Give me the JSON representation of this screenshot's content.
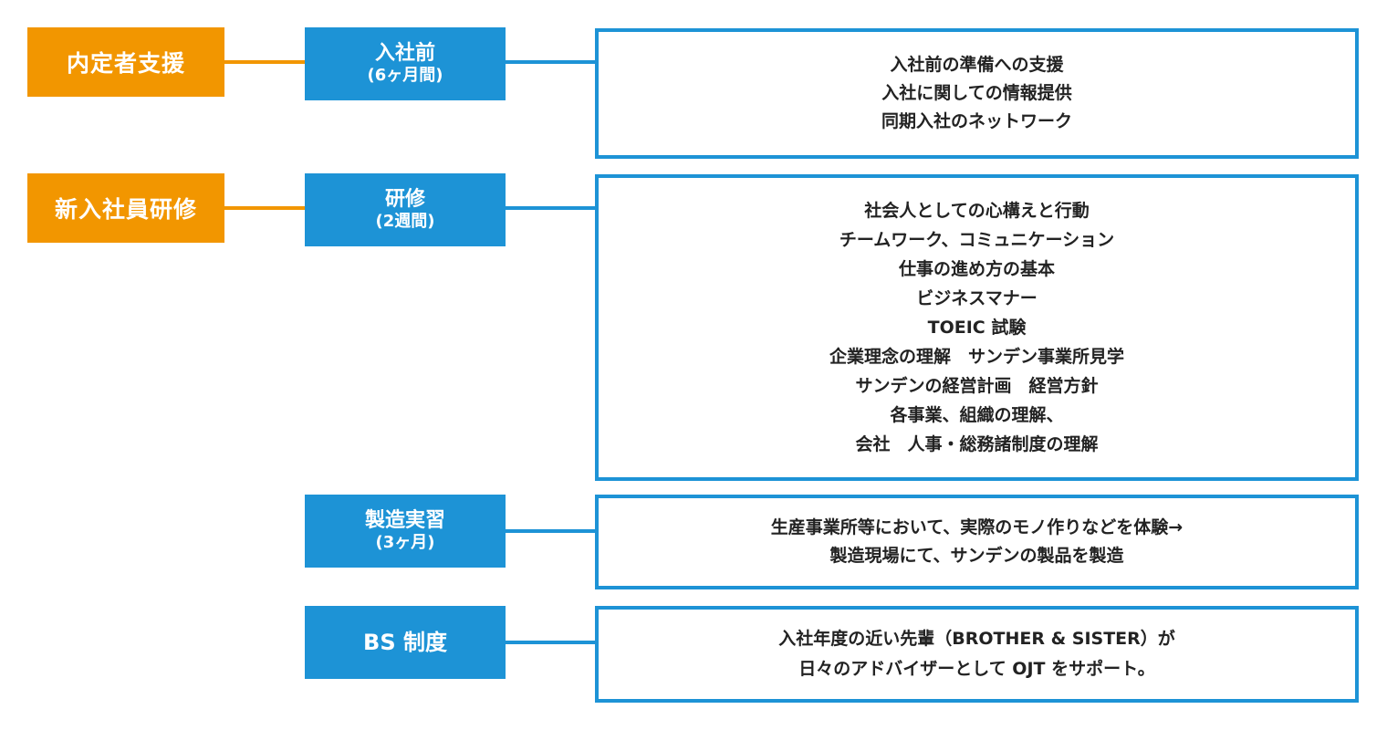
{
  "categories": [
    {
      "label": "内定者支援"
    },
    {
      "label": "新入社員研修"
    }
  ],
  "phases": [
    {
      "title": "入社前",
      "sub": "(6ヶ月間)"
    },
    {
      "title": "研修",
      "sub": "(2週間)"
    },
    {
      "title": "製造実習",
      "sub": "(3ヶ月)"
    },
    {
      "title": "BS 制度",
      "sub": ""
    }
  ],
  "details": [
    {
      "lines": [
        "入社前の準備への支援",
        "入社に関しての情報提供",
        "同期入社のネットワーク"
      ]
    },
    {
      "lines": [
        "社会人としての心構えと行動",
        "チームワーク、コミュニケーション",
        "仕事の進め方の基本",
        "ビジネスマナー",
        "TOEIC 試験",
        "企業理念の理解　サンデン事業所見学",
        "サンデンの経営計画　経営方針",
        "各事業、組織の理解、",
        "会社　人事・総務諸制度の理解"
      ]
    },
    {
      "lines": [
        "生産事業所等において、実際のモノ作りなどを体験→",
        "製造現場にて、サンデンの製品を製造"
      ]
    },
    {
      "lines": [
        "入社年度の近い先輩（BROTHER & SISTER）が",
        "日々のアドバイザーとして OJT をサポート。"
      ]
    }
  ],
  "colors": {
    "orange": "#f29600",
    "blue": "#1d93d6",
    "text": "#222222"
  }
}
